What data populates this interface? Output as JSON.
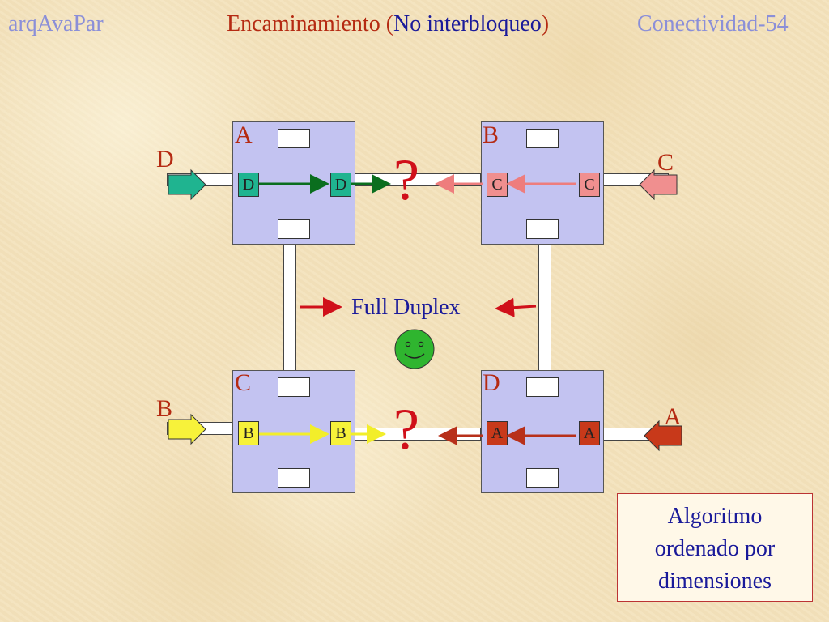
{
  "header": {
    "left": "arqAvaPar",
    "center_main": "Encaminamiento",
    "center_open": "(",
    "center_sub": "No interbloqueo",
    "center_close": ")",
    "right": "Conectividad-54"
  },
  "nodes": {
    "top_left": "A",
    "top_right": "B",
    "bottom_left": "C",
    "bottom_right": "D"
  },
  "buffers": {
    "top_left_in": "D",
    "top_left_out": "D",
    "top_right_in": "C",
    "top_right_out": "C",
    "bottom_left_in": "B",
    "bottom_left_out": "B",
    "bottom_right_in": "A",
    "bottom_right_out": "A"
  },
  "external": {
    "top_left": "D",
    "top_right": "C",
    "bottom_left": "B",
    "bottom_right": "A"
  },
  "conflict_mark": "?",
  "full_duplex": "Full Duplex",
  "smiley": "smiley-face-icon",
  "note": {
    "line1": "Algoritmo",
    "line2": "ordenado por",
    "line3": "dimensiones"
  },
  "colors": {
    "node_fill": "#c3c3f1",
    "label_red": "#b52a12",
    "text_blue": "#1a1a9a",
    "header_lilac": "#8b8fd8",
    "green": "#1fb490",
    "pink": "#f08f8f",
    "yellow": "#f7f23a",
    "red": "#c8391a",
    "smiley_green": "#2fb52f"
  }
}
